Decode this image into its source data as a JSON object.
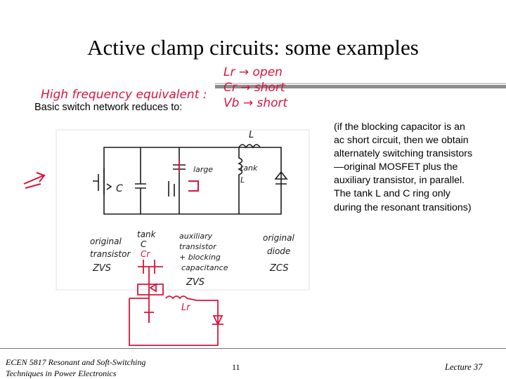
{
  "slide": {
    "title": "Active clamp circuits: some examples",
    "subtitle": "Basic switch network reduces to:",
    "note": "(if the blocking capacitor is an ac short circuit, then we obtain alternately switching transistors—original MOSFET plus the auxiliary transistor, in parallel. The tank L and C ring only during the resonant transitions)"
  },
  "footer": {
    "course_line1": "ECEN 5817  Resonant and Soft-Switching",
    "course_line2": "Techniques in Power Electronics",
    "page_number": "11",
    "lecture": "Lecture 37"
  },
  "handwriting": {
    "red_top": "High frequency equivalent :",
    "red_list": [
      "Lr → open",
      "Cr → short",
      "Vb → short"
    ],
    "black_labels": [
      "L",
      "C",
      "large",
      "tank",
      "L",
      "original",
      "transistor",
      "ZVS",
      "tank",
      "C",
      "Cr",
      "auxiliary",
      "transistor",
      "+ blocking",
      "capacitance",
      "ZVS",
      "original",
      "diode",
      "ZCS",
      "Lr"
    ]
  },
  "colors": {
    "ink_red": "#d7143c",
    "ink_black": "#1a1a1a",
    "rule_gray": "#8c8c8c"
  }
}
